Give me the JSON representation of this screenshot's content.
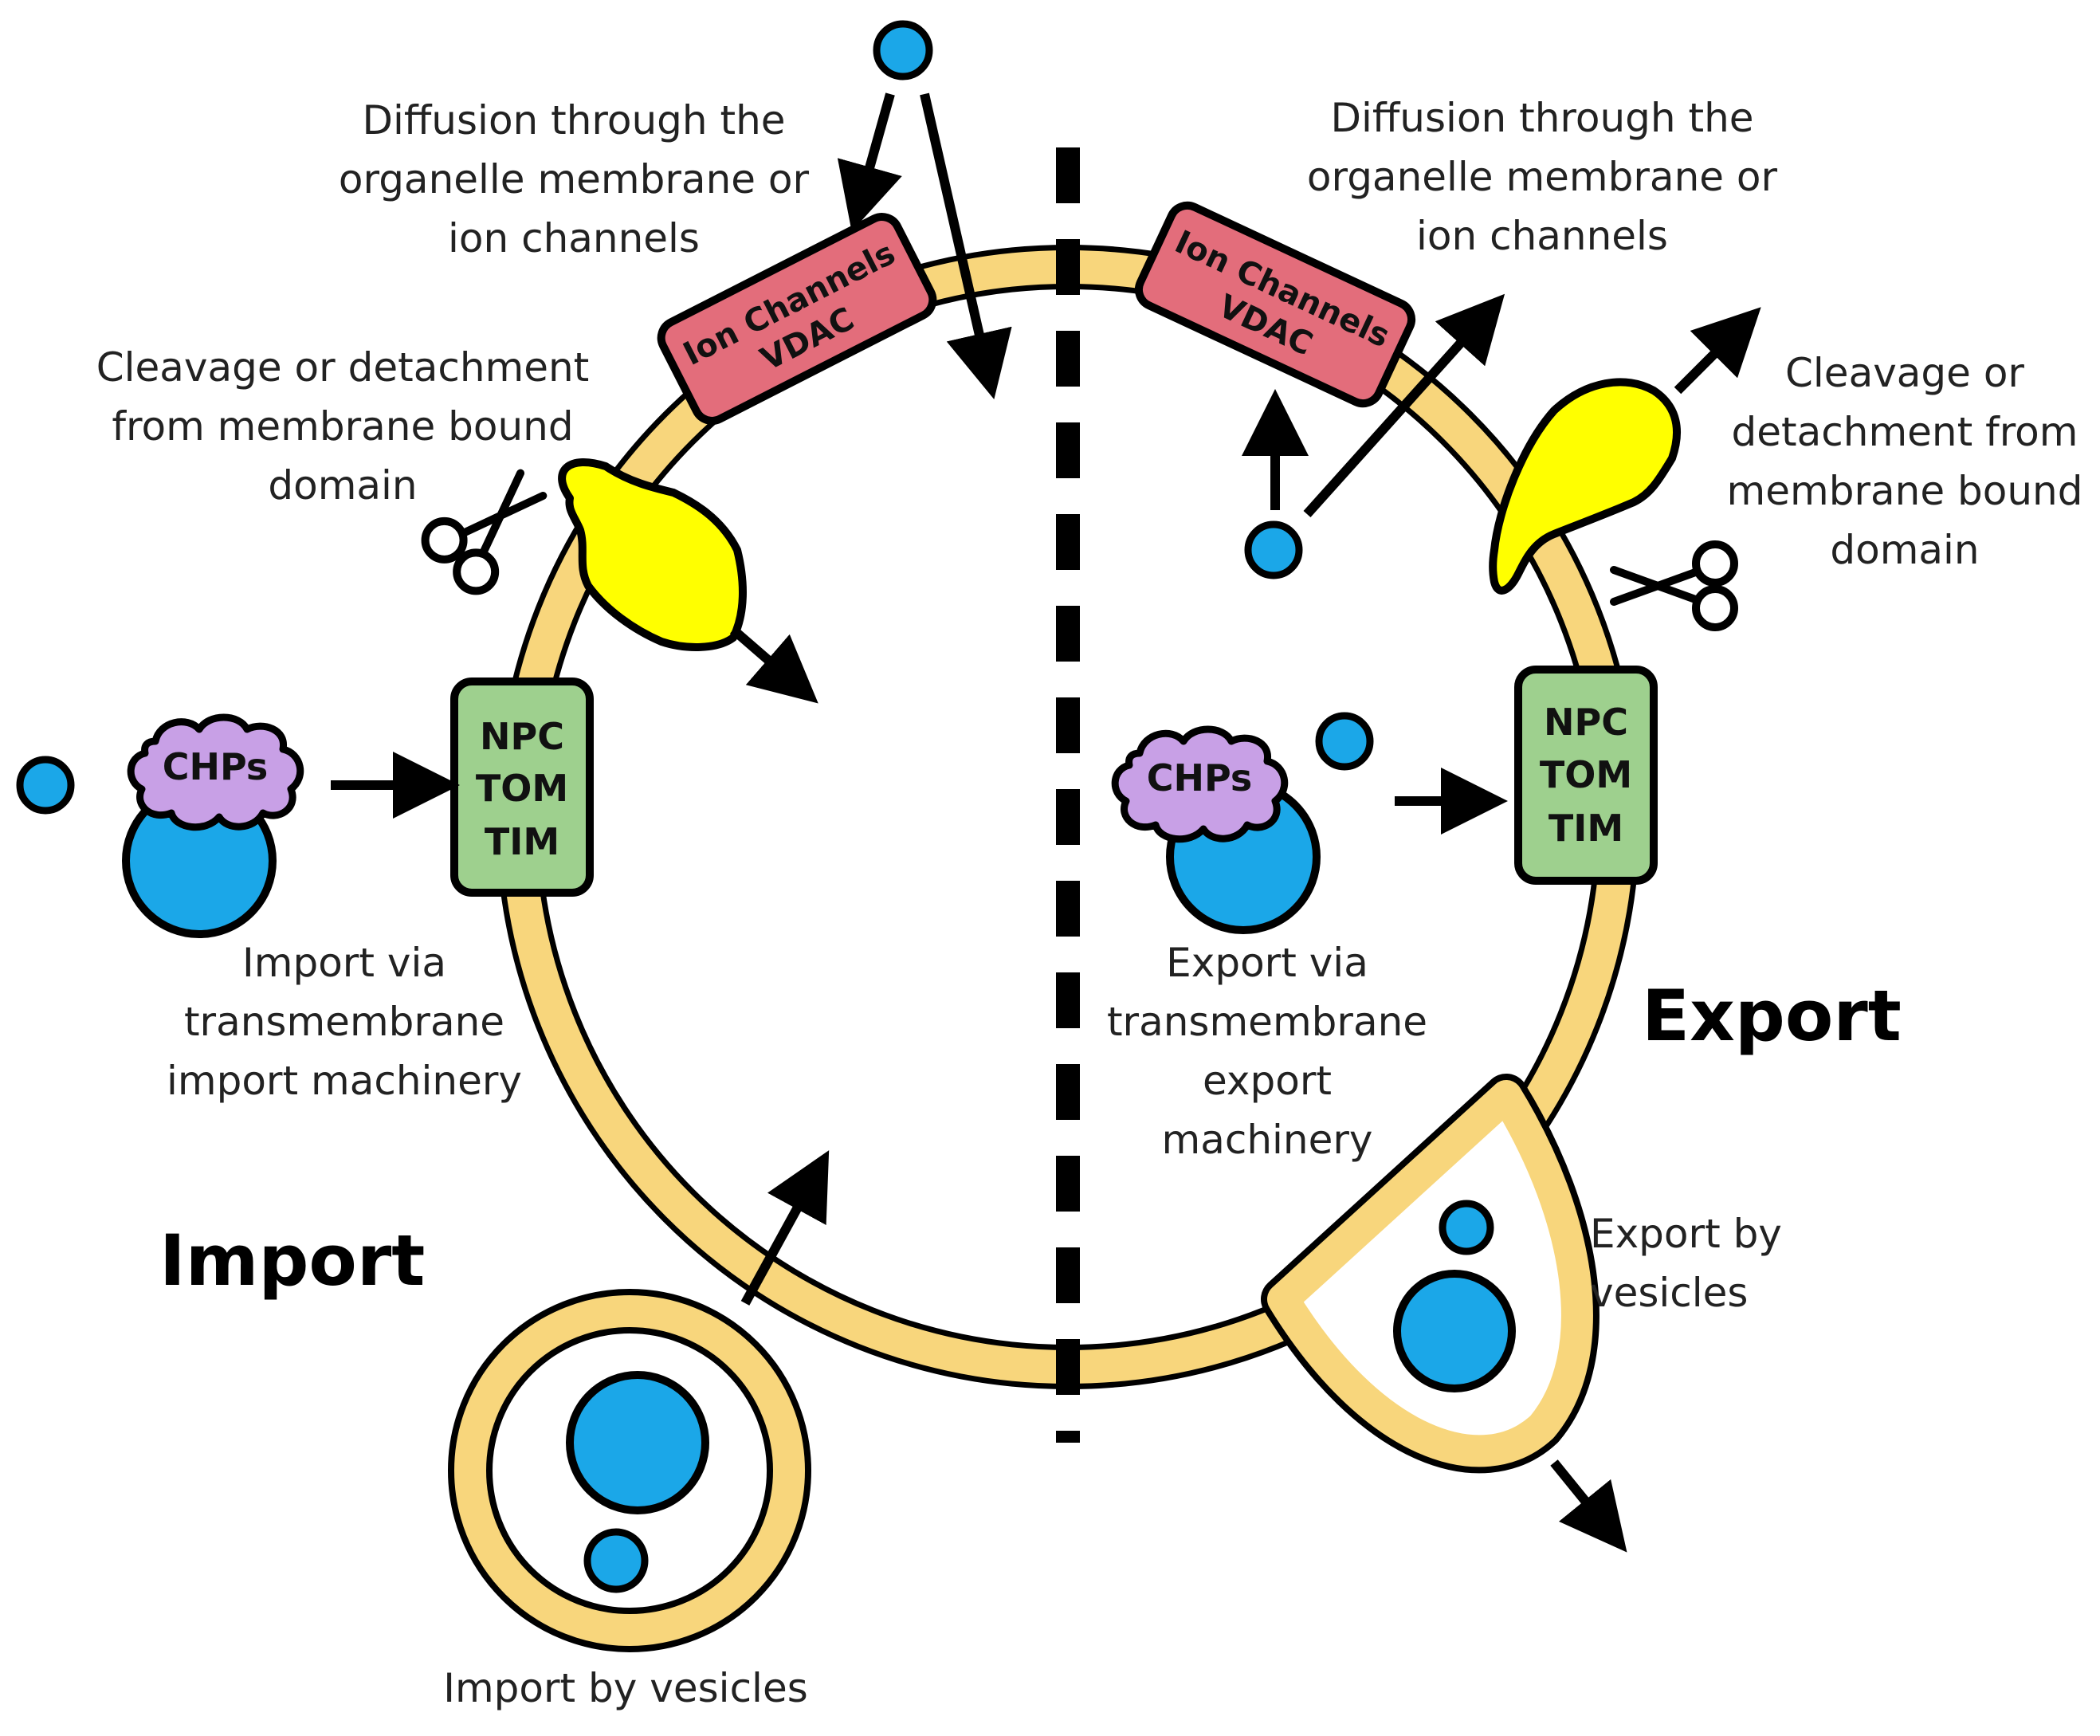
{
  "colors": {
    "membrane": "#f8d67c",
    "outline": "#000000",
    "molecule": "#1ba7e8",
    "channel": "#e36d7b",
    "transporter": "#9ed08e",
    "chaperone": "#c8a0e6",
    "cleaved_domain": "#ffff00"
  },
  "sections": {
    "import": "Import",
    "export": "Export"
  },
  "labels": {
    "diffusion_left": [
      "Diffusion through the",
      "organelle membrane or",
      "ion channels"
    ],
    "diffusion_right": [
      "Diffusion through the",
      "organelle membrane or",
      "ion channels"
    ],
    "cleavage_left": [
      "Cleavage or detachment",
      "from membrane bound",
      "domain"
    ],
    "cleavage_right": [
      "Cleavage or",
      "detachment from",
      "membrane bound",
      "domain"
    ],
    "import_machinery": [
      "Import via",
      "transmembrane",
      "import machinery"
    ],
    "export_machinery": [
      "Export via",
      "transmembrane",
      "export",
      "machinery"
    ],
    "import_vesicles": "Import by vesicles",
    "export_vesicles": [
      "Export by",
      "vesicles"
    ]
  },
  "components": {
    "ion_channel": [
      "Ion Channels",
      "VDAC"
    ],
    "transporter": [
      "NPC",
      "TOM",
      "TIM"
    ],
    "chaperone": "CHPs"
  },
  "icons": {
    "scissors": "scissors-icon",
    "arrow": "arrow-icon"
  }
}
